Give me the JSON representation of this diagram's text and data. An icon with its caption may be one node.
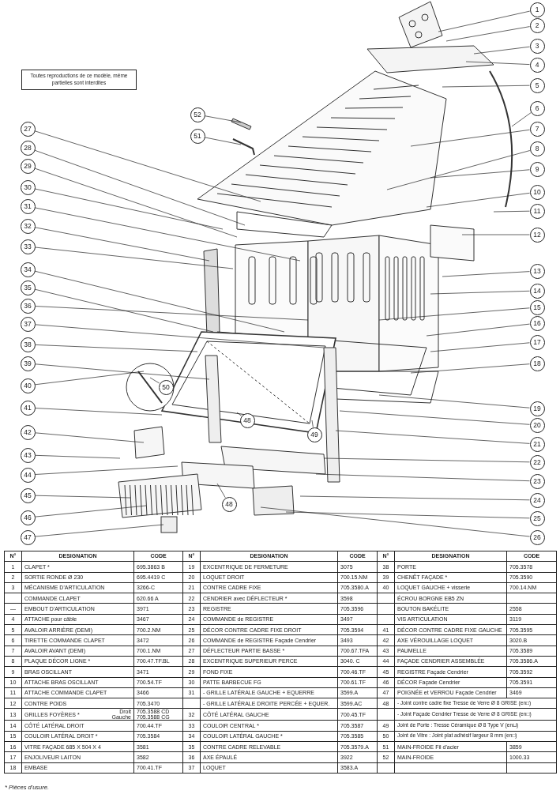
{
  "diagram": {
    "nodes": [
      {
        "text": [
          "Toutes reproductions de ce modèle, même partielles sont interdites"
        ]
      },
      {
        "text": [
          "1"
        ]
      },
      {
        "text": [
          "2"
        ]
      },
      {
        "text": [
          "3"
        ]
      },
      {
        "text": [
          "4"
        ]
      },
      {
        "text": [
          "5"
        ]
      },
      {
        "text": [
          "6"
        ]
      },
      {
        "text": [
          "7"
        ]
      },
      {
        "text": [
          "8"
        ]
      },
      {
        "text": [
          "9"
        ]
      },
      {
        "text": [
          "10"
        ]
      },
      {
        "text": [
          "11"
        ]
      },
      {
        "text": [
          "12"
        ]
      },
      {
        "text": [
          "13"
        ]
      },
      {
        "text": [
          "14"
        ]
      },
      {
        "text": [
          "15"
        ]
      },
      {
        "text": [
          "16"
        ]
      },
      {
        "text": [
          "17"
        ]
      },
      {
        "text": [
          "18"
        ]
      },
      {
        "text": [
          "19"
        ]
      },
      {
        "text": [
          "20"
        ]
      },
      {
        "text": [
          "21"
        ]
      },
      {
        "text": [
          "22"
        ]
      },
      {
        "text": [
          "23"
        ]
      },
      {
        "text": [
          "24"
        ]
      },
      {
        "text": [
          "25"
        ]
      },
      {
        "text": [
          "26"
        ]
      },
      {
        "text": [
          "27"
        ]
      },
      {
        "text": [
          "28"
        ]
      },
      {
        "text": [
          "29"
        ]
      },
      {
        "text": [
          "30"
        ]
      },
      {
        "text": [
          "31"
        ]
      },
      {
        "text": [
          "32"
        ]
      },
      {
        "text": [
          "33"
        ]
      },
      {
        "text": [
          "34"
        ]
      },
      {
        "text": [
          "35"
        ]
      },
      {
        "text": [
          "36"
        ]
      },
      {
        "text": [
          "37"
        ]
      },
      {
        "text": [
          "38"
        ]
      },
      {
        "text": [
          "39"
        ]
      },
      {
        "text": [
          "40"
        ]
      },
      {
        "text": [
          "41"
        ]
      },
      {
        "text": [
          "42"
        ]
      },
      {
        "text": [
          "43"
        ]
      },
      {
        "text": [
          "44"
        ]
      },
      {
        "text": [
          "45"
        ]
      },
      {
        "text": [
          "46"
        ]
      },
      {
        "text": [
          "47"
        ]
      },
      {
        "text": [
          "48"
        ]
      },
      {
        "text": [
          "48"
        ]
      },
      {
        "text": [
          "49"
        ]
      },
      {
        "text": [
          "50"
        ]
      },
      {
        "text": [
          "51"
        ]
      },
      {
        "text": [
          "52"
        ]
      }
    ],
    "edges": [
      {
        "from": 1,
        "to": null,
        "arrow": "none"
      },
      {
        "from": 2,
        "to": null,
        "arrow": "none"
      },
      {
        "from": 3,
        "to": null,
        "arrow": "none"
      },
      {
        "from": 4,
        "to": null,
        "arrow": "none"
      },
      {
        "from": 5,
        "to": null,
        "arrow": "none"
      },
      {
        "from": 6,
        "to": null,
        "arrow": "none"
      },
      {
        "from": 7,
        "to": null,
        "arrow": "none"
      },
      {
        "from": 8,
        "to": null,
        "arrow": "none"
      },
      {
        "from": 9,
        "to": null,
        "arrow": "none"
      },
      {
        "from": 10,
        "to": null,
        "arrow": "none"
      },
      {
        "from": 11,
        "to": null,
        "arrow": "none"
      },
      {
        "from": 12,
        "to": null,
        "arrow": "none"
      },
      {
        "from": 13,
        "to": null,
        "arrow": "none"
      },
      {
        "from": 14,
        "to": null,
        "arrow": "none"
      },
      {
        "from": 15,
        "to": null,
        "arrow": "none"
      },
      {
        "from": 16,
        "to": null,
        "arrow": "none"
      },
      {
        "from": 17,
        "to": null,
        "arrow": "none"
      },
      {
        "from": 18,
        "to": null,
        "arrow": "none"
      },
      {
        "from": 19,
        "to": null,
        "arrow": "none"
      },
      {
        "from": 20,
        "to": null,
        "arrow": "none"
      },
      {
        "from": 21,
        "to": null,
        "arrow": "none"
      },
      {
        "from": 22,
        "to": null,
        "arrow": "none"
      },
      {
        "from": 23,
        "to": null,
        "arrow": "none"
      },
      {
        "from": 24,
        "to": null,
        "arrow": "none"
      },
      {
        "from": 25,
        "to": null,
        "arrow": "none"
      },
      {
        "from": 26,
        "to": null,
        "arrow": "none"
      },
      {
        "from": 27,
        "to": null,
        "arrow": "none"
      },
      {
        "from": 28,
        "to": null,
        "arrow": "none"
      },
      {
        "from": 29,
        "to": null,
        "arrow": "none"
      },
      {
        "from": 30,
        "to": null,
        "arrow": "none"
      },
      {
        "from": 31,
        "to": null,
        "arrow": "none"
      },
      {
        "from": 32,
        "to": null,
        "arrow": "none"
      },
      {
        "from": 33,
        "to": null,
        "arrow": "none"
      },
      {
        "from": 34,
        "to": null,
        "arrow": "none"
      },
      {
        "from": 35,
        "to": null,
        "arrow": "none"
      },
      {
        "from": 36,
        "to": null,
        "arrow": "none"
      },
      {
        "from": 37,
        "to": null,
        "arrow": "none"
      },
      {
        "from": 38,
        "to": null,
        "arrow": "none"
      },
      {
        "from": 39,
        "to": null,
        "arrow": "none"
      },
      {
        "from": 40,
        "to": null,
        "arrow": "none"
      },
      {
        "from": 41,
        "to": null,
        "arrow": "none"
      },
      {
        "from": 42,
        "to": null,
        "arrow": "none"
      },
      {
        "from": 43,
        "to": null,
        "arrow": "none"
      },
      {
        "from": 44,
        "to": null,
        "arrow": "none"
      },
      {
        "from": 45,
        "to": null,
        "arrow": "none"
      },
      {
        "from": 46,
        "to": null,
        "arrow": "none"
      },
      {
        "from": 47,
        "to": null,
        "arrow": "none"
      },
      {
        "from": 48,
        "to": null,
        "arrow": "none"
      },
      {
        "from": 49,
        "to": null,
        "arrow": "none"
      },
      {
        "from": 50,
        "to": null,
        "arrow": "none"
      },
      {
        "from": 51,
        "to": null,
        "arrow": "none"
      },
      {
        "from": 52,
        "to": null,
        "arrow": "none"
      },
      {
        "from": 53,
        "to": null,
        "arrow": "none"
      }
    ],
    "labels": [
      "N°",
      "DESIGNATION",
      "CODE",
      "N°",
      "DESIGNATION",
      "CODE",
      "N°",
      "DESIGNATION",
      "CODE",
      "1",
      "CLAPET *",
      "695.3863 B",
      "19",
      "EXCENTRIQUE DE FERMETURE",
      "3075",
      "38",
      "PORTE",
      "705.3578",
      "2",
      "SORTIE RONDE Ø 230",
      "695.4419 C",
      "20",
      "LOQUET DROIT",
      "700.15.NM",
      "39",
      "CHENÊT FAÇADE *",
      "705.3590",
      "3",
      "MÉCANISME D'ARTICULATION",
      "3266-C",
      "21",
      "CONTRE CADRE FIXE",
      "705.3580.A",
      "40",
      "LOQUET GAUCHE + visserie",
      "700.14.NM",
      "COMMANDE CLAPET",
      "620.66 A",
      "22",
      "CENDRIER avec DÉFLECTEUR *",
      "3598",
      "ÉCROU BORGNE EB5 ZN",
      "—",
      "EMBOUT D'ARTICULATION",
      "3971",
      "23",
      "REGISTRE",
      "705.3596",
      "BOUTON BAKÉLITE",
      "2558",
      "4",
      "ATTACHE pour câble",
      "3467",
      "24",
      "COMMANDE de REGISTRE",
      "3497",
      "VIS ARTICULATION",
      "3119",
      "5",
      "AVALOIR ARRIÈRE (DEMI)",
      "700.2.NM",
      "25",
      "DÉCOR CONTRE CADRE FIXE DROIT",
      "705.3594",
      "41",
      "DÉCOR CONTRE CADRE FIXE GAUCHE",
      "705.3595",
      "6",
      "TIRETTE COMMANDE CLAPET",
      "3472",
      "26",
      "COMMANDE de REGISTRE Façade Cendrier",
      "3493",
      "42",
      "AXE VÉROUILLAGE LOQUET",
      "3020.B",
      "7",
      "AVALOIR AVANT (DEMI)",
      "700.1.NM",
      "27",
      "DÉFLECTEUR PARTIE BASSE *",
      "700.67.TFA",
      "43",
      "PAUMELLE",
      "705.3589",
      "8",
      "PLAQUE DÉCOR LIGNE *",
      "700.47.TF.BL",
      "28",
      "EXCENTRIQUE SUPERIEUR PERCE",
      "3040. C",
      "44",
      "FAÇADE CENDRIER ASSEMBLÉE",
      "705.3586.A",
      "9",
      "BRAS OSCILLANT",
      "3471",
      "29",
      "FOND FIXE",
      "700.46.TF",
      "45",
      "REGISTRE Façade Cendrier",
      "705.3592",
      "10",
      "ATTACHE BRAS OSCILLANT",
      "700.54.TF",
      "30",
      "PATTE BARBECUE FG",
      "700.61.TF",
      "46",
      "DÉCOR Façade Cendrier",
      "705.3591",
      "11",
      "ATTACHE COMMANDE CLAPET",
      "3466",
      "31",
      "- GRILLE LATÉRALE GAUCHE + EQUERRE",
      "3599.A",
      "47",
      "POIGNÉE et VERROU Façade Cendrier",
      "3469",
      "12",
      "CONTRE POIDS",
      "705.3470",
      "- GRILLE LATÉRALE DROITE PERCÉE + EQUER.",
      "3599.AC",
      "48",
      "- Joint contre cadre fixe Tresse de Verre Ø 8 GRISE (en□)",
      "13",
      "GRILLES FOYÈRES *",
      "Droit",
      "Gauche",
      "705.3588 CD",
      "705.3588 CG",
      "32",
      "CÔTÉ LATÉRAL GAUCHE",
      "700.45.TF",
      "- Joint Façade Cendrier Tresse de Verre Ø 8 GRISE (en□)",
      "14",
      "CÔTÉ LATÉRAL DROIT",
      "700.44.TF",
      "33",
      "COULOIR CENTRAL *",
      "705.3587",
      "49",
      "Joint de Porte : Tresse Céramique Ø 8 Type V (en⊔)",
      "15",
      "COULOIR LATÉRAL DROIT *",
      "705.3584",
      "34",
      "COULOIR LATÉRAL GAUCHE *",
      "705.3585",
      "50",
      "Joint de Vitre : Joint plat adhésif largeur 8 mm (en□)",
      "16",
      "VITRE FAÇADE 685 X 504 X 4",
      "3581",
      "35",
      "CONTRE CADRE RELEVABLE",
      "705.3579.A",
      "51",
      "MAIN-FROIDE Fil d'acier",
      "3859",
      "17",
      "ENJOLIVEUR LAITON",
      "3582",
      "36",
      "AXE ÉPAULÉ",
      "3922",
      "52",
      "MAIN-FROIDE",
      "1000.33",
      "18",
      "EMBASE",
      "700.41.TF",
      "37",
      "LOQUET",
      "3583.A",
      "* Pièces d'usure."
    ]
  }
}
